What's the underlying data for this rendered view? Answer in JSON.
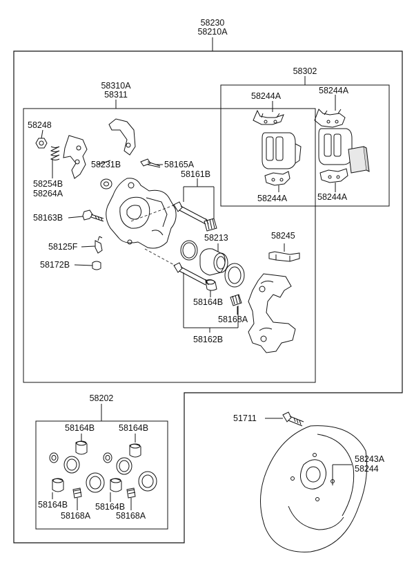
{
  "labels": {
    "top1": "58230",
    "top2": "58210A",
    "caliper1": "58310A",
    "caliper2": "58311",
    "pads_kit": "58302",
    "shim_tl": "58244A",
    "shim_tr": "58244A",
    "shim_bl": "58244A",
    "shim_br": "58244A",
    "p58248": "58248",
    "p58254B": "58254B",
    "p58264A": "58264A",
    "p58231B": "58231B",
    "p58165A": "58165A",
    "p58161B": "58161B",
    "p58163B": "58163B",
    "p58213": "58213",
    "p58245": "58245",
    "p58125F": "58125F",
    "p58172B": "58172B",
    "p58164B_mid": "58164B",
    "p58168A_mid": "58168A",
    "p58162B": "58162B",
    "kit": "58202",
    "kit_164B_tl": "58164B",
    "kit_164B_tr": "58164B",
    "kit_164B_bl": "58164B",
    "kit_168A_bl": "58168A",
    "kit_164B_bm": "58164B",
    "kit_168A_br": "58168A",
    "p51711": "51711",
    "p58243A": "58243A",
    "p58244": "58244"
  }
}
